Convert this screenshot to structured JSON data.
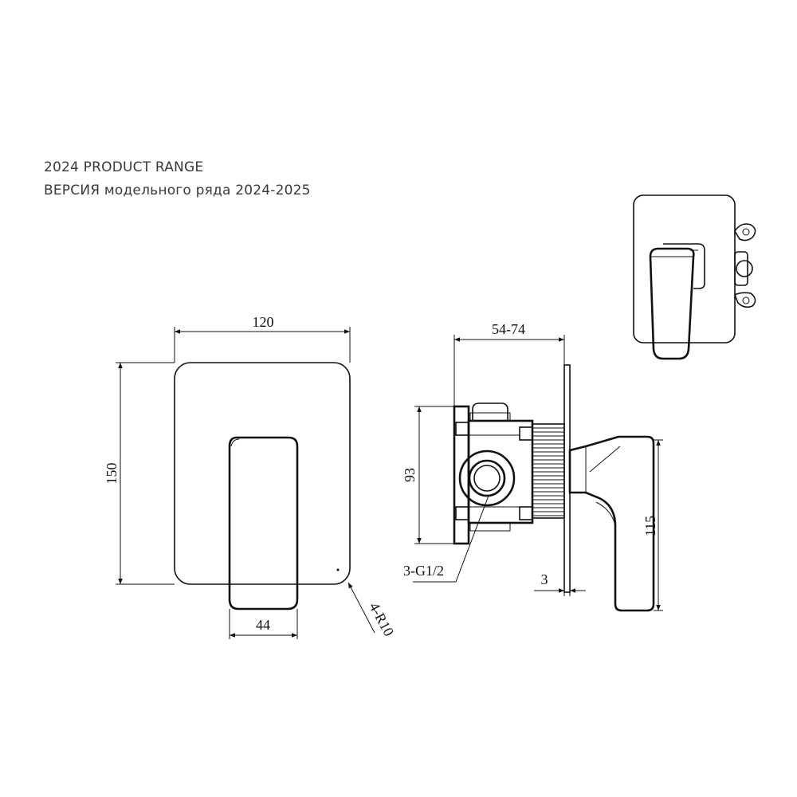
{
  "header": {
    "line1": "2024 PRODUCT RANGE",
    "line2": "ВЕРСИЯ модельного ряда 2024-2025"
  },
  "dimensions": {
    "plate_width": "120",
    "plate_height": "150",
    "handle_width": "44",
    "corner_radius": "4-R10",
    "body_depth": "54-74",
    "body_height": "93",
    "handle_height": "115",
    "inlet_thread": "3-G1/2",
    "plate_thickness": "3"
  }
}
